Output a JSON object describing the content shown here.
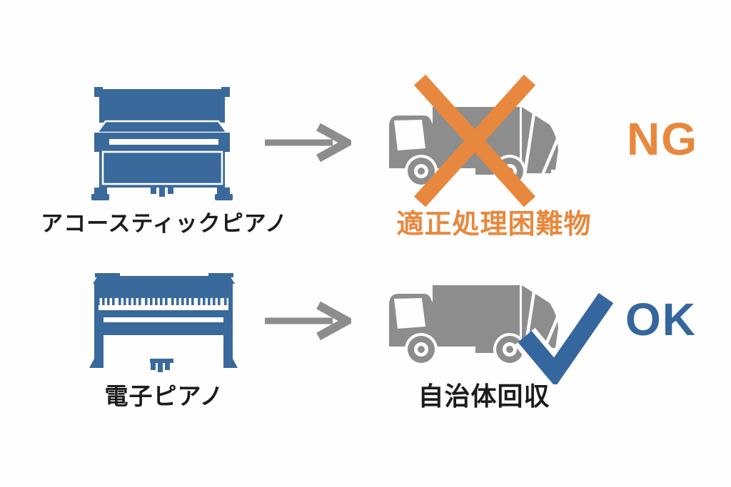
{
  "title": "piano-disposal-flow-diagram",
  "colors": {
    "piano_blue": "#3a699b",
    "check_blue": "#35679e",
    "orange": "#e8883e",
    "truck_gray": "#8d8d8d",
    "label_black": "#1c1c1c",
    "background": "#fefefe"
  },
  "rows": [
    {
      "item_label": "アコースティックピアノ",
      "item_icon": "upright-piano-icon",
      "arrow_icon": "arrow-right-icon",
      "destination_icon": "garbage-truck-icon",
      "mark_icon": "x-mark-icon",
      "destination_label": "適正処理困難物",
      "verdict": "NG"
    },
    {
      "item_label": "電子ピアノ",
      "item_icon": "digital-piano-icon",
      "arrow_icon": "arrow-right-icon",
      "destination_icon": "garbage-truck-icon",
      "mark_icon": "check-mark-icon",
      "destination_label": "自治体回収",
      "verdict": "OK"
    }
  ]
}
